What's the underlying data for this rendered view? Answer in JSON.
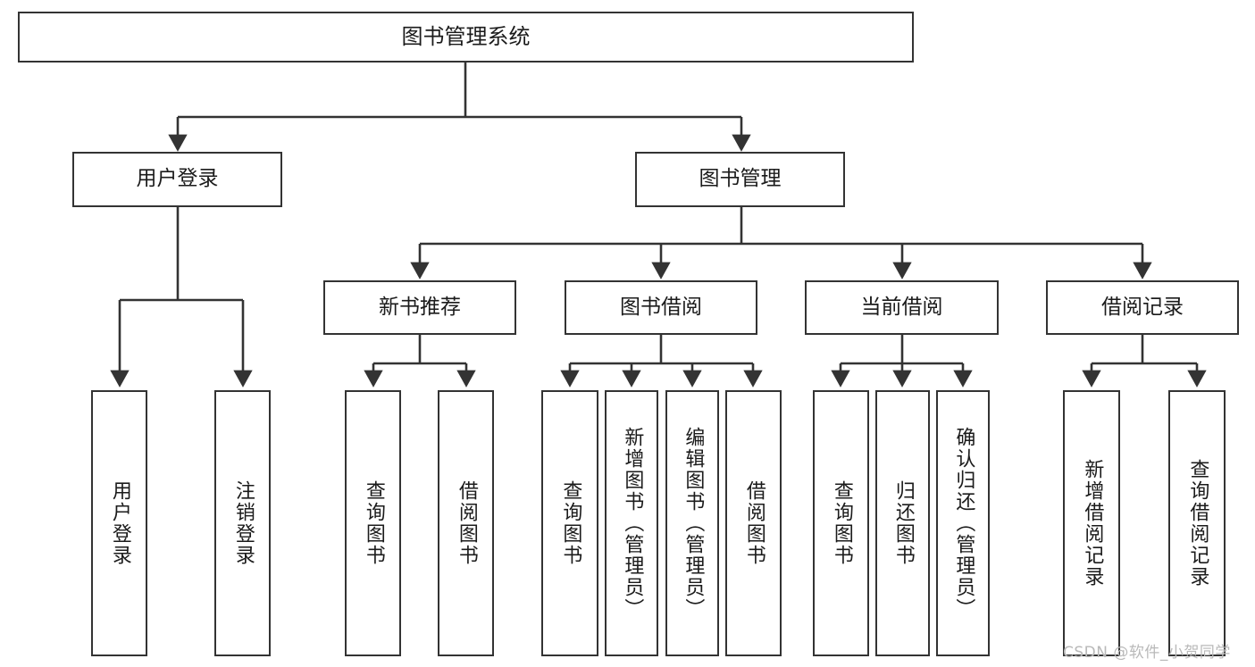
{
  "diagram": {
    "type": "tree",
    "title": "图书管理系统",
    "colors": {
      "box_border": "#333333",
      "box_fill": "#ffffff",
      "line": "#333333",
      "text": "#1b1b1b",
      "watermark": "#b9b9b9",
      "background": "#ffffff"
    },
    "nodes": {
      "root": {
        "label": "图书管理系统",
        "orientation": "horizontal"
      },
      "level2": [
        {
          "label": "用户登录",
          "orientation": "horizontal"
        },
        {
          "label": "图书管理",
          "orientation": "horizontal"
        }
      ],
      "level3": [
        {
          "label": "新书推荐",
          "orientation": "horizontal"
        },
        {
          "label": "图书借阅",
          "orientation": "horizontal"
        },
        {
          "label": "当前借阅",
          "orientation": "horizontal"
        },
        {
          "label": "借阅记录",
          "orientation": "horizontal"
        }
      ],
      "leaves_user_login": [
        {
          "label": "用户登录",
          "orientation": "vertical"
        },
        {
          "label": "注销登录",
          "orientation": "vertical"
        }
      ],
      "leaves_new_book": [
        {
          "label": "查询图书",
          "orientation": "vertical"
        },
        {
          "label": "借阅图书",
          "orientation": "vertical"
        }
      ],
      "leaves_borrow": [
        {
          "label": "查询图书",
          "orientation": "vertical"
        },
        {
          "label": "新增图书（管理员）",
          "orientation": "vertical"
        },
        {
          "label": "编辑图书（管理员）",
          "orientation": "vertical"
        },
        {
          "label": "借阅图书",
          "orientation": "vertical"
        }
      ],
      "leaves_current": [
        {
          "label": "查询图书",
          "orientation": "vertical"
        },
        {
          "label": "归还图书",
          "orientation": "vertical"
        },
        {
          "label": "确认归还（管理员）",
          "orientation": "vertical"
        }
      ],
      "leaves_record": [
        {
          "label": "新增借阅记录",
          "orientation": "vertical"
        },
        {
          "label": "查询借阅记录",
          "orientation": "vertical"
        }
      ]
    },
    "watermark": "CSDN @软件_小贺同学"
  }
}
